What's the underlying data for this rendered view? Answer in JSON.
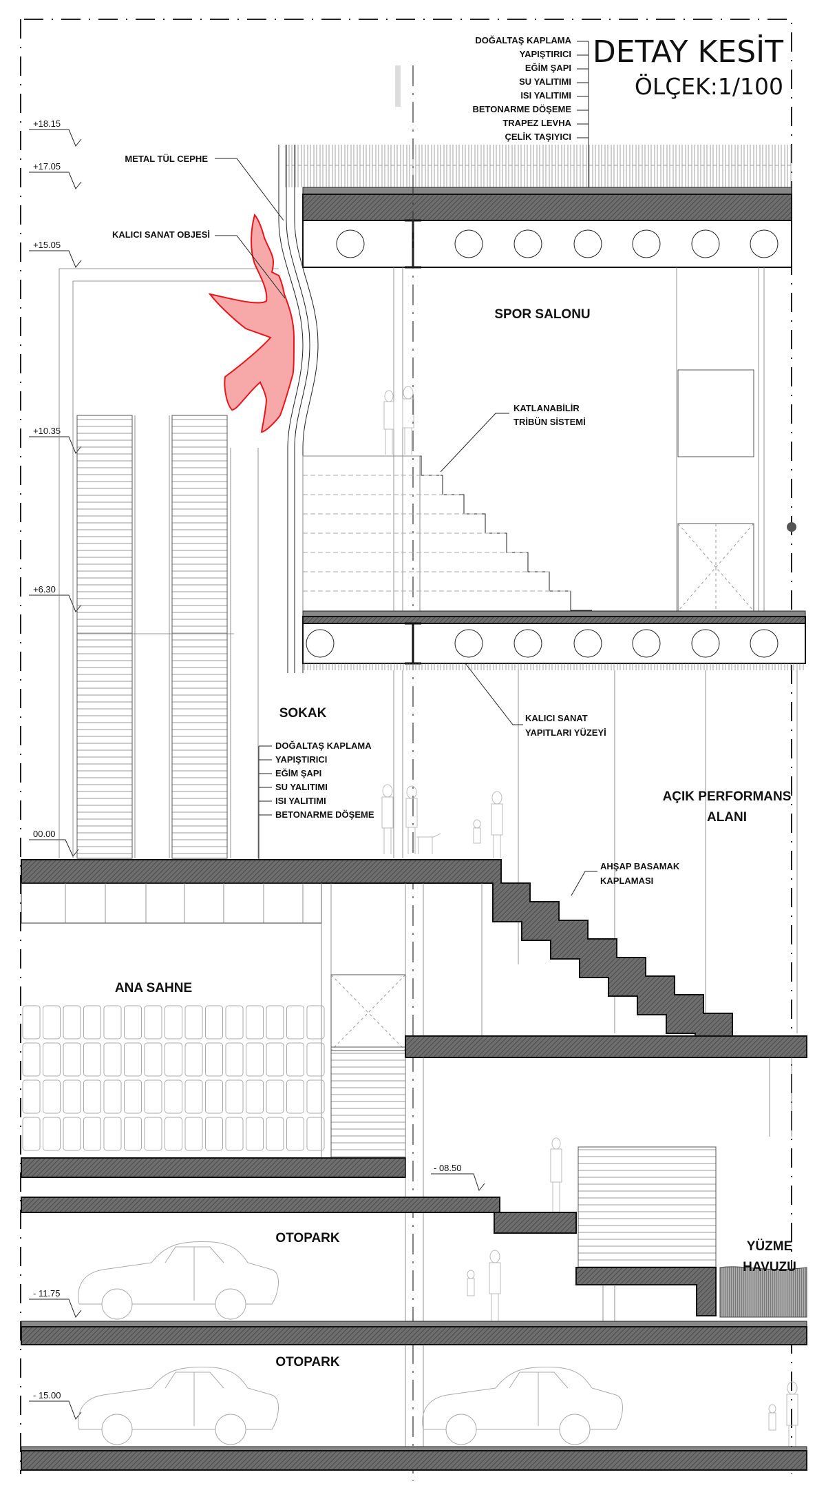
{
  "title": {
    "name": "DETAY KESİT",
    "scale": "ÖLÇEK:1/100"
  },
  "roof_layers": [
    "DOĞALTAŞ KAPLAMA",
    "YAPIŞTIRICI",
    "EĞİM ŞAPI",
    "SU YALITIMI",
    "ISI YALITIMI",
    "BETONARME DÖŞEME",
    "TRAPEZ LEVHA",
    "ÇELİK TAŞIYICI"
  ],
  "street_layers": [
    "DOĞALTAŞ KAPLAMA",
    "YAPIŞTIRICI",
    "EĞİM ŞAPI",
    "SU YALITIMI",
    "ISI YALITIMI",
    "BETONARME DÖŞEME"
  ],
  "levels": {
    "l1": "+18.15",
    "l2": "+17.05",
    "l3": "+15.05",
    "l4": "+10.35",
    "l5": "+6.30",
    "l6": "00.00",
    "l7": "- 08.50",
    "l8": "- 11.75",
    "l9": "- 15.00"
  },
  "annotations": {
    "facade": "METAL TÜL CEPHE",
    "art_object": "KALICI SANAT OBJESİ",
    "tribune_1": "KATLANABİLİR",
    "tribune_2": "TRİBÜN SİSTEMİ",
    "art_surface_1": "KALICI SANAT",
    "art_surface_2": "YAPITLARI YÜZEYİ",
    "wood_step_1": "AHŞAP BASAMAK",
    "wood_step_2": "KAPLAMASI"
  },
  "spaces": {
    "gym": "SPOR SALONU",
    "street": "SOKAK",
    "performance_1": "AÇIK PERFORMANS",
    "performance_2": "ALANI",
    "main_stage": "ANA SAHNE",
    "parking_1": "OTOPARK",
    "parking_2": "OTOPARK",
    "pool_1": "YÜZME",
    "pool_2": "HAVUZU"
  },
  "colors": {
    "art_object_fill": "#f7a8a8",
    "art_object_stroke": "#e8161b"
  }
}
